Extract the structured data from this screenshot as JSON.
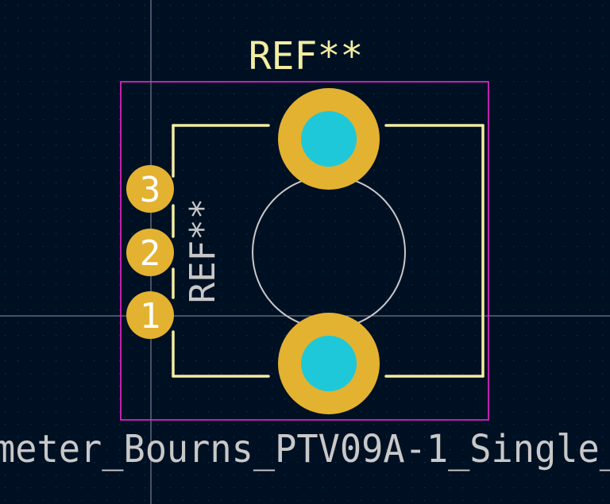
{
  "footprint": {
    "reference_top": "REF**",
    "reference_silk": "REF**",
    "footprint_name": "meter_Bourns_PTV09A-1_Single_"
  },
  "pads": [
    {
      "number": "3"
    },
    {
      "number": "2"
    },
    {
      "number": "1"
    }
  ],
  "colors": {
    "background": "#001023",
    "grid_dot": "#1e3350",
    "crosshair": "#8a93a0",
    "courtyard": "#ff26e2",
    "silkscreen": "#f2eda1",
    "fab": "#c8c8c8",
    "pad_copper": "#e3b230",
    "pad_drill": "#1fc8d8",
    "footprint_name_text": "#c8c8c8",
    "pad_number_text": "#ffffff",
    "reference_text": "#f2eda1"
  }
}
